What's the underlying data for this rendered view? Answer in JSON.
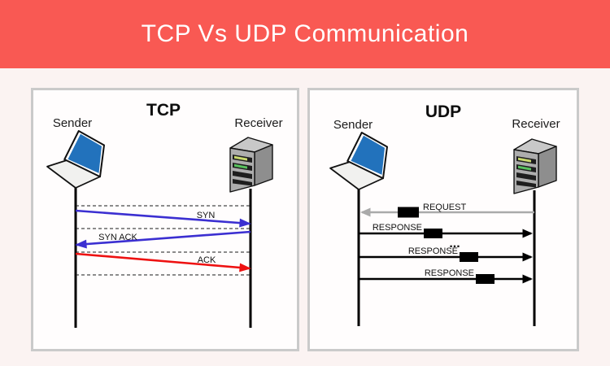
{
  "header": {
    "title": "TCP Vs UDP Communication"
  },
  "panels": {
    "tcp": {
      "title": "TCP",
      "sender_label": "Sender",
      "receiver_label": "Receiver",
      "sender_icon": "laptop-icon",
      "receiver_icon": "server-icon",
      "messages": [
        {
          "label": "SYN",
          "from": "sender",
          "to": "receiver",
          "color": "#3B2FD1"
        },
        {
          "label": "SYN ACK",
          "from": "receiver",
          "to": "sender",
          "color": "#3B2FD1"
        },
        {
          "label": "ACK",
          "from": "sender",
          "to": "receiver",
          "color": "#EE1111"
        }
      ]
    },
    "udp": {
      "title": "UDP",
      "sender_label": "Sender",
      "receiver_label": "Receiver",
      "sender_icon": "laptop-icon",
      "receiver_icon": "server-icon",
      "ellipsis": "...",
      "messages": [
        {
          "label": "REQUEST",
          "from": "receiver",
          "to": "sender",
          "color": "#AAAAAA"
        },
        {
          "label": "RESPONSE",
          "from": "sender",
          "to": "receiver",
          "color": "#000000"
        },
        {
          "label": "RESPONSE",
          "from": "sender",
          "to": "receiver",
          "color": "#000000"
        },
        {
          "label": "RESPONSE",
          "from": "sender",
          "to": "receiver",
          "color": "#000000"
        }
      ]
    }
  },
  "colors": {
    "header_bg": "#F95953",
    "header_text": "#FFFFFF",
    "page_bg": "#FBF3F2",
    "panel_bg": "#FFFDFD",
    "panel_border": "#CACACA",
    "syn_arrow": "#3B2FD1",
    "ack_arrow": "#EE1111",
    "request_arrow": "#AAAAAA",
    "response_arrow": "#000000",
    "laptop_screen": "#2272BC",
    "server_body": "#ADADAD",
    "packet": "#000000"
  }
}
